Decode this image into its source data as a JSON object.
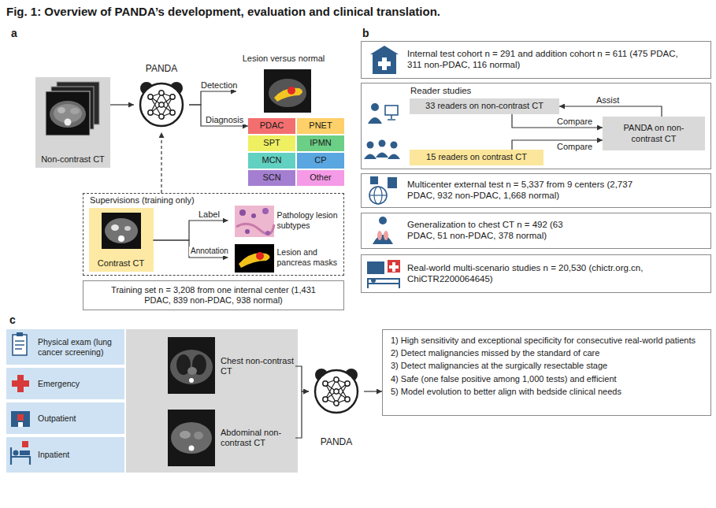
{
  "diagram": {
    "title": "Fig. 1: Overview of PANDA’s development, evaluation and clinical translation.",
    "nodes": [
      {
        "text": [
          "Non-contrast CT"
        ]
      },
      {
        "text": [
          "PANDA"
        ]
      },
      {
        "text": [
          "Lesion versus normal"
        ]
      },
      {
        "text": [
          "PDAC"
        ]
      },
      {
        "text": [
          "PNET"
        ]
      },
      {
        "text": [
          "SPT"
        ]
      },
      {
        "text": [
          "IPMN"
        ]
      },
      {
        "text": [
          "MCN"
        ]
      },
      {
        "text": [
          "CP"
        ]
      },
      {
        "text": [
          "SCN"
        ]
      },
      {
        "text": [
          "Other"
        ]
      },
      {
        "text": [
          "Supervisions (training only)"
        ]
      },
      {
        "text": [
          "Contrast CT"
        ],
        "in": 11
      },
      {
        "text": [
          "Pathology lesion subtypes"
        ],
        "in": 11
      },
      {
        "text": [
          "Lesion and pancreas masks"
        ],
        "in": 11
      },
      {
        "text": [
          "Training set n = 3,208 from one internal center (1,431 PDAC, 839 non-PDAC, 938 normal)"
        ]
      },
      {
        "text": [
          "Internal test cohort n = 291 and addition cohort n = 611 (475 PDAC, 311 non-PDAC, 116 normal)"
        ]
      },
      {
        "text": [
          "Reader studies"
        ]
      },
      {
        "text": [
          "33 readers on non-contrast CT"
        ],
        "in": 17
      },
      {
        "text": [
          "PANDA on non-contrast CT"
        ],
        "in": 17
      },
      {
        "text": [
          "15 readers on contrast CT"
        ],
        "in": 17
      },
      {
        "text": [
          "Multicenter external test n = 5,337 from 9 centers (2,737 PDAC, 932 non-PDAC, 1,668 normal)"
        ]
      },
      {
        "text": [
          "Generalization to chest CT n = 492 (63 PDAC, 51 non-PDAC, 378 normal)"
        ]
      },
      {
        "text": [
          "Real-world multi-scenario studies n = 20,530 (chictr.org.cn, ChiCTR2200064645)"
        ]
      },
      {
        "text": [
          "Physical exam (lung cancer screening)"
        ]
      },
      {
        "text": [
          "Emergency"
        ]
      },
      {
        "text": [
          "Outpatient"
        ]
      },
      {
        "text": [
          "Inpatient"
        ]
      },
      {
        "text": [
          "Chest non-contrast CT"
        ]
      },
      {
        "text": [
          "Abdominal non-contrast CT"
        ]
      },
      {
        "text": [
          "PANDA"
        ]
      },
      {
        "text": [
          "1) High sensitivity and exceptional specificity for consecutive real-world patients",
          "2) Detect malignancies missed by the standard of care",
          "3) Detect malignancies at the surgically resectable stage",
          "4) Safe (one false positive among 1,000 tests) and efficient",
          "5) Model evolution to better align with bedside clinical needs"
        ]
      }
    ],
    "edges": [
      {
        "from": 0,
        "to": 1,
        "arrow": "to"
      },
      {
        "from": 1,
        "to": 2,
        "label": "Detection",
        "arrow": "to"
      },
      {
        "from": 1,
        "to": 3,
        "label": "Diagnosis",
        "arrow": "to"
      },
      {
        "from": 11,
        "to": 1,
        "arrow": "to"
      },
      {
        "from": 12,
        "to": 13,
        "label": "Label",
        "arrow": "to"
      },
      {
        "from": 12,
        "to": 14,
        "label": "Annotation",
        "arrow": "to"
      },
      {
        "from": 19,
        "to": 18,
        "label": "Assist",
        "arrow": "to"
      },
      {
        "from": 18,
        "to": 19,
        "label": "Compare",
        "arrow": "to"
      },
      {
        "from": 20,
        "to": 19,
        "label": "Compare",
        "arrow": "to"
      },
      {
        "from": 28,
        "to": 30,
        "arrow": "to"
      },
      {
        "from": 29,
        "to": 30,
        "arrow": "to"
      },
      {
        "from": 30,
        "to": 31,
        "arrow": "to"
      }
    ],
    "labels": [
      "a",
      "b",
      "c"
    ]
  }
}
